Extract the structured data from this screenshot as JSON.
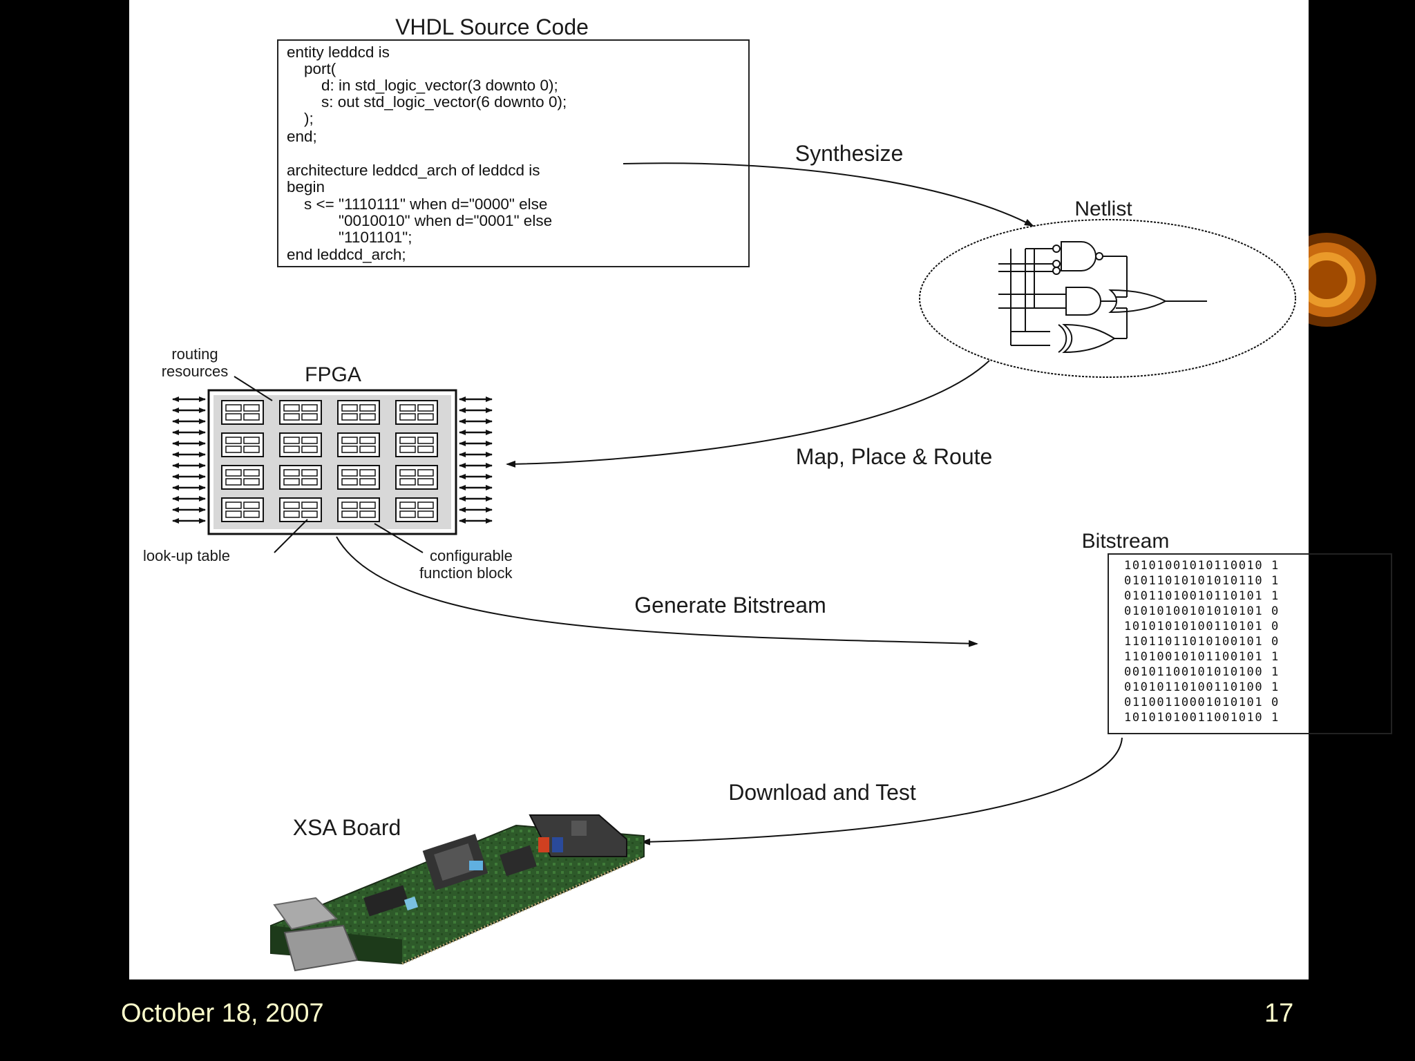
{
  "diagram": {
    "vhdl_title": "VHDL Source Code",
    "code_lines": [
      "entity leddcd is",
      "    port(",
      "        d: in std_logic_vector(3 downto 0);",
      "        s: out std_logic_vector(6 downto 0);",
      "    );",
      "end;",
      "architecture leddcd_arch of leddcd is",
      "begin",
      "    s <= \"1110111\" when d=\"0000\" else",
      "            \"0010010\" when d=\"0001\" else",
      "            \"1101101\";",
      "end leddcd_arch;"
    ],
    "netlist_label": "Netlist",
    "fpga_label": "FPGA",
    "routing_label_line1": "routing",
    "routing_label_line2": "resources",
    "lut_label": "look-up table",
    "cfb_label_line1": "configurable",
    "cfb_label_line2": "function block",
    "bitstream_label": "Bitstream",
    "bitstream_lines": [
      "10101001010110010 1",
      "01011010101010110 1",
      "01011010010110101 1",
      "01010100101010101 0",
      "10101010100110101 0",
      "11011011010100101 0",
      "11010010101100101 1",
      "00101100101010100 1",
      "01010110100110100 1",
      "01100110001010101 0",
      "10101010011001010 1"
    ],
    "board_label": "XSA Board",
    "steps": {
      "synthesize": "Synthesize",
      "map_place_route": "Map, Place & Route",
      "generate_bitstream": "Generate Bitstream",
      "download_test": "Download and Test"
    }
  },
  "footer": {
    "date": "October 18, 2007",
    "page_number": "17"
  },
  "colors": {
    "background": "#000000",
    "footer_text": "#ffffcc",
    "ring_outer": "#7a3a00",
    "ring_inner": "#e08a1e"
  }
}
